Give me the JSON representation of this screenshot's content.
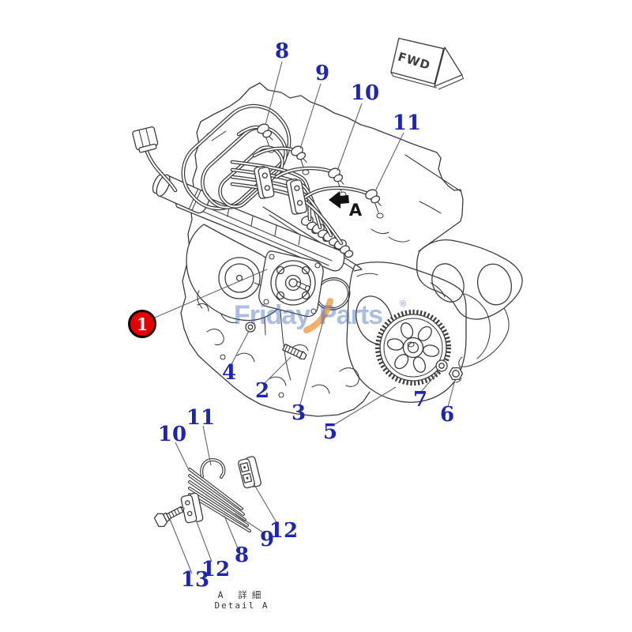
{
  "diagram": {
    "callouts": {
      "main": [
        "8",
        "9",
        "10",
        "11",
        "4",
        "2",
        "3",
        "5",
        "7",
        "6"
      ],
      "detail": [
        "10",
        "11",
        "12",
        "9",
        "8",
        "12",
        "13"
      ]
    },
    "badge": {
      "label": "1"
    },
    "markers": {
      "direction_tag": "FWD",
      "view_arrow": "A"
    },
    "captions": {
      "jp": "A 詳細",
      "en": "Detail A"
    },
    "watermark": {
      "part1": "Friday",
      "part2": "Parts",
      "registered": "®"
    }
  },
  "colors": {
    "bg": "#ffffff",
    "line-art": "#3c3c3c",
    "leader-gray": "#666666",
    "callout-blue": "#1e25b2",
    "badge-red": "#e60000",
    "badge-border": "#1a0000",
    "watermark-blue": "#3a62b8",
    "swoosh-orange": "#f0a14e",
    "marker-black": "#161616",
    "caption-gray": "#333333"
  }
}
